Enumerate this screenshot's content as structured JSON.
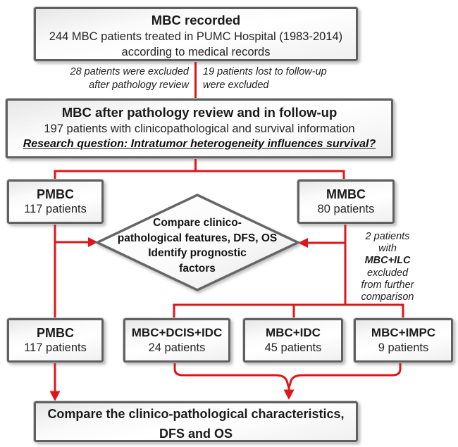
{
  "colors": {
    "connector_red": "#e0151a",
    "box_border_gray": "#606060",
    "diamond_border_gray": "#666666",
    "text_black": "#1b1b1b"
  },
  "boxes": {
    "recorded": {
      "title": "MBC recorded",
      "line1": "244 MBC patients treated in PUMC Hospital (1983-2014)",
      "line2": "according to medical records"
    },
    "exclusion_left": {
      "line1": "28 patients were excluded",
      "line2": "after pathology review"
    },
    "exclusion_right": {
      "line1": "19 patients lost to follow-up",
      "line2": "were excluded"
    },
    "followup": {
      "title": "MBC after pathology review and in follow-up",
      "line1": "197 patients with clinicopathological and survival information",
      "question": "Research question: Intratumor heterogeneity  influences survival?"
    },
    "pmbc_top": {
      "title": "PMBC",
      "subtitle": "117 patients"
    },
    "mmbc": {
      "title": "MMBC",
      "subtitle": "80 patients"
    },
    "diamond": {
      "line1": "Compare clinico-",
      "line2": "pathological features, DFS, OS",
      "line3": "Identify prognostic",
      "line4": "factors"
    },
    "ilc_note": {
      "line1": "2 patients",
      "line2": "with",
      "line3": "MBC+ILC",
      "line4": "excluded",
      "line5": "from further",
      "line6": "comparison"
    },
    "pmbc_bottom": {
      "title": "PMBC",
      "subtitle": "117 patients"
    },
    "dcis_idc": {
      "title": "MBC+DCIS+IDC",
      "subtitle": "24 patients"
    },
    "idc": {
      "title": "MBC+IDC",
      "subtitle": "45 patients"
    },
    "impc": {
      "title": "MBC+IMPC",
      "subtitle": "9 patients"
    },
    "final": {
      "line1": "Compare the clinico-pathological characteristics,",
      "line2": "DFS and OS"
    }
  }
}
